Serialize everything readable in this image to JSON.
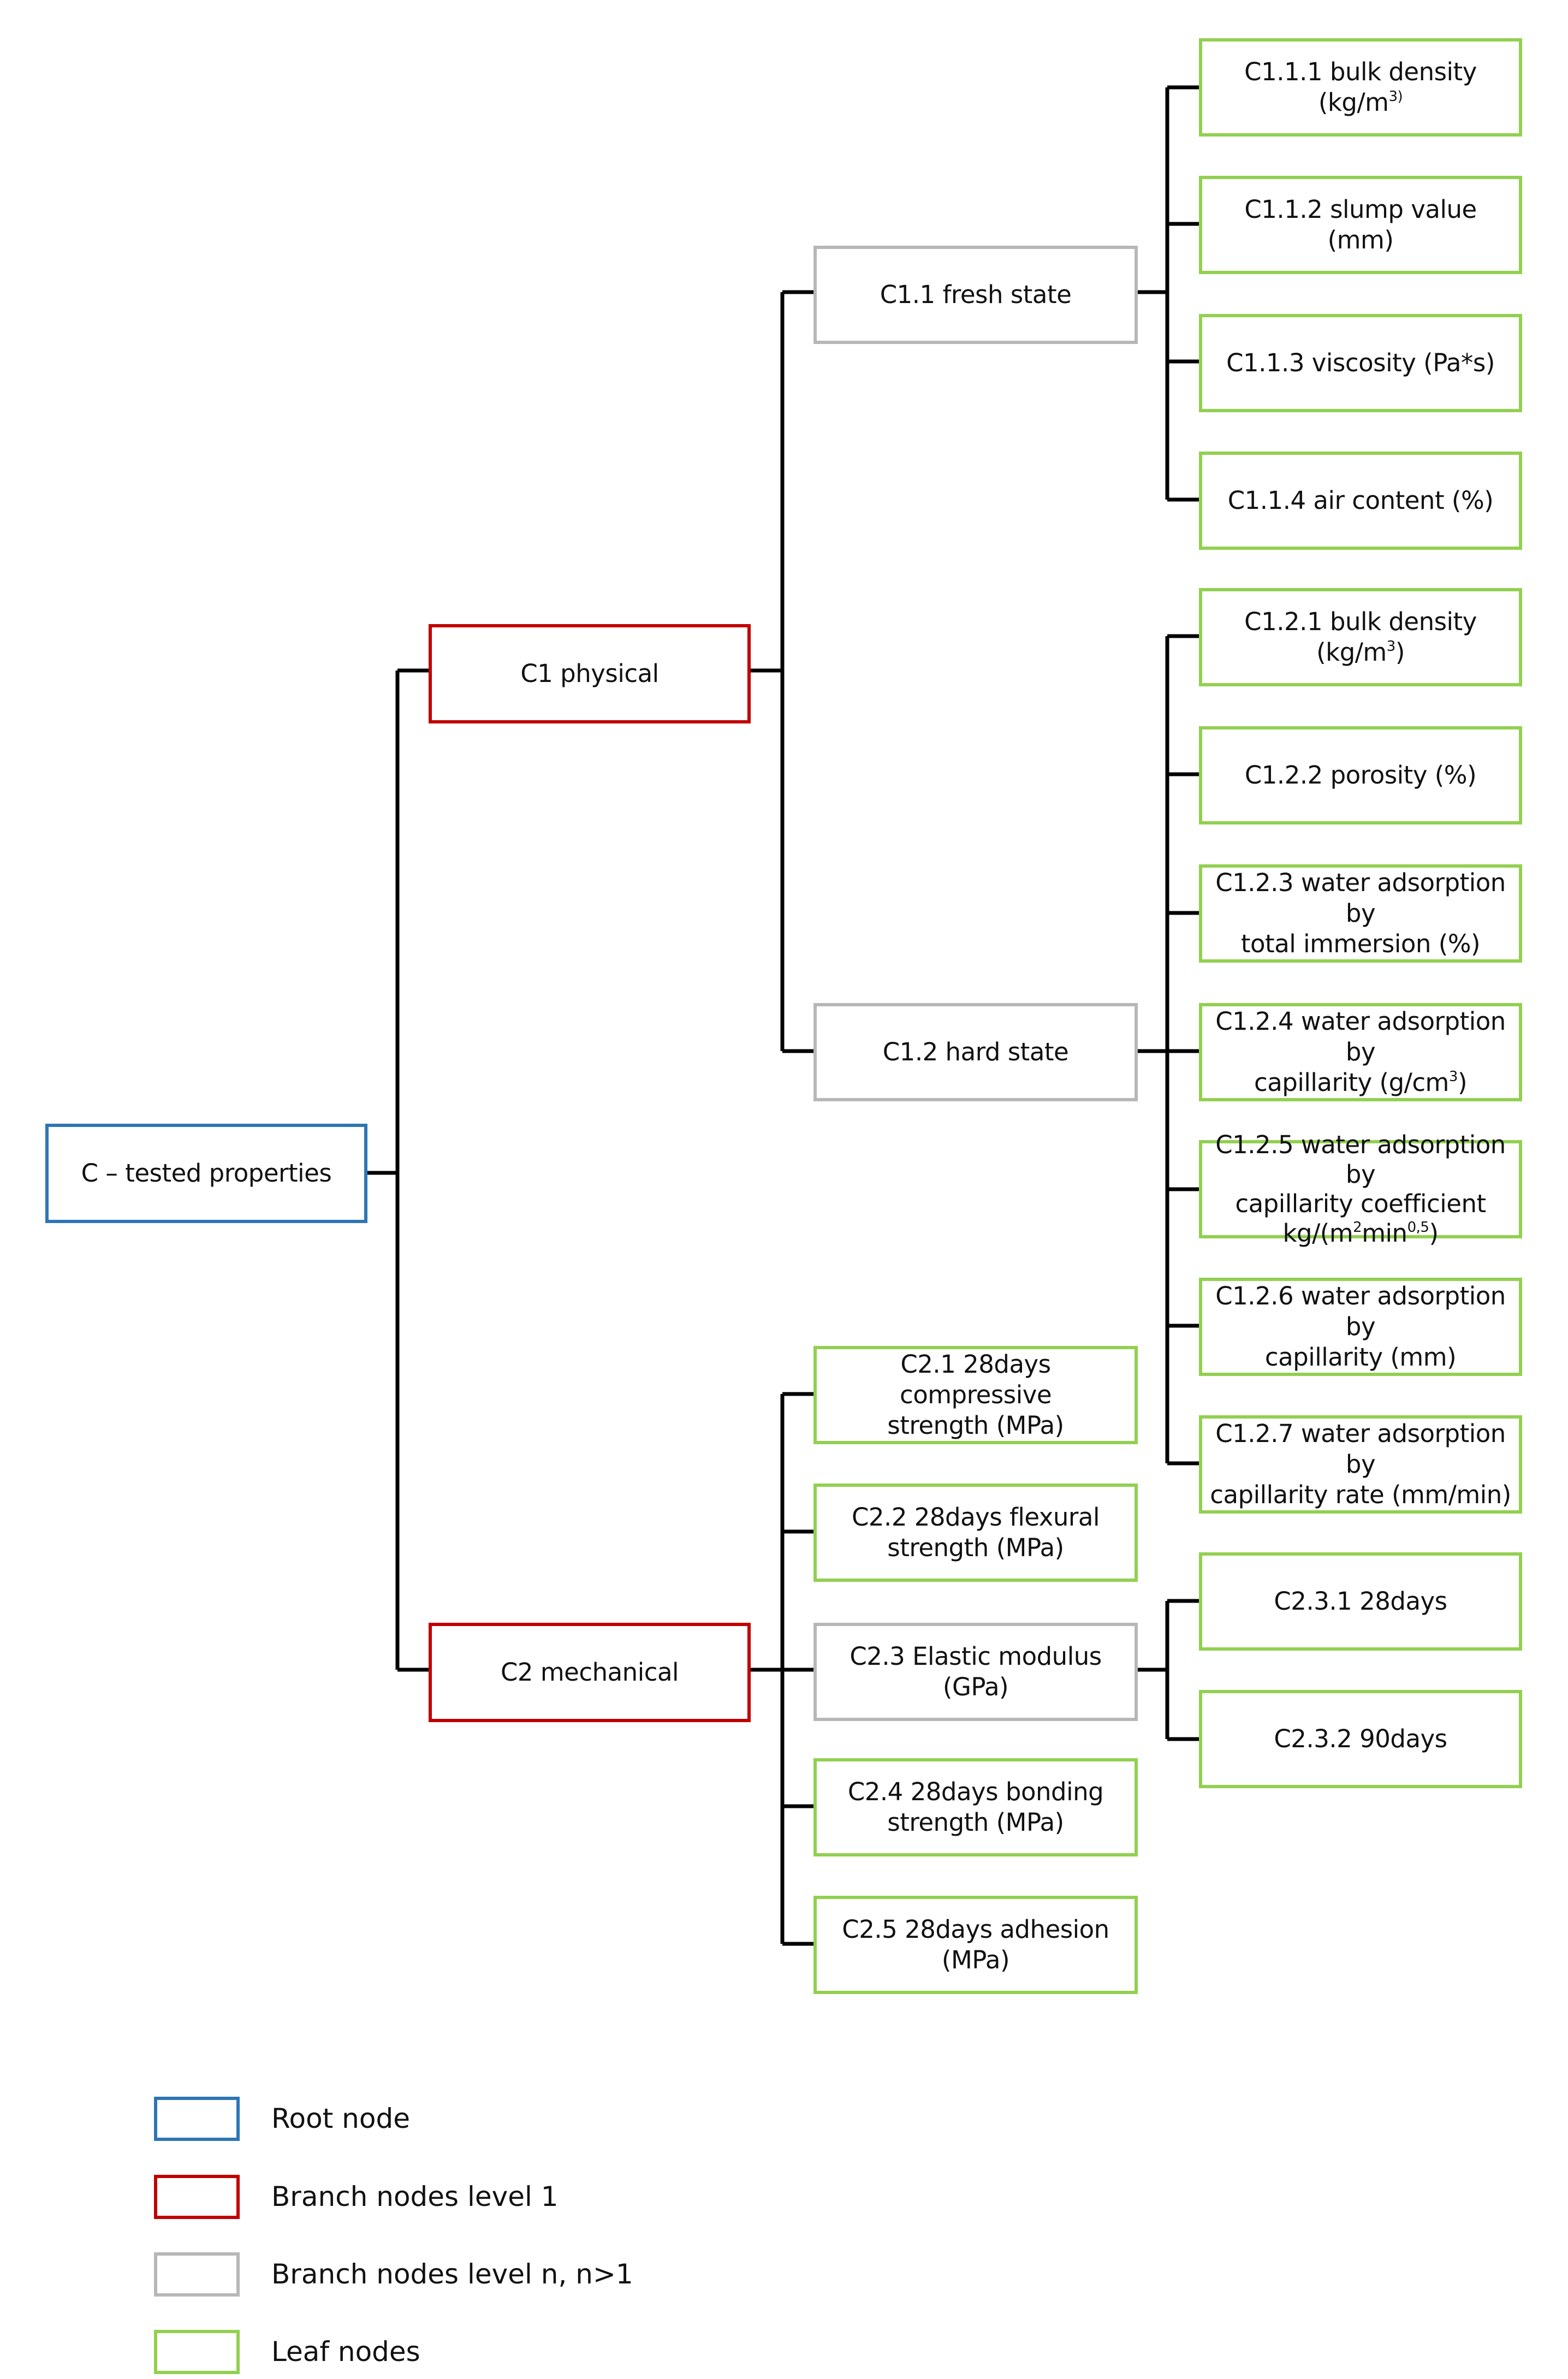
{
  "colors": {
    "root": "#2e75b6",
    "branch_level_1": "#c00000",
    "branch_level_n": "#b7b7b7",
    "leaf": "#92d050",
    "connector": "#000000"
  },
  "nodes": {
    "root": {
      "label": "C – tested properties"
    },
    "c1": {
      "label": "C1 physical"
    },
    "c2": {
      "label": "C2 mechanical"
    },
    "c11": {
      "label": "C1.1 fresh state"
    },
    "c12": {
      "label": "C1.2 hard state"
    },
    "c111": {
      "label": "C1.1.1 bulk density (kg/m",
      "sup": "3)"
    },
    "c112": {
      "label": "C1.1.2 slump value (mm)"
    },
    "c113": {
      "label": "C1.1.3 viscosity (Pa*s)"
    },
    "c114": {
      "label": "C1.1.4 air content (%)"
    },
    "c121": {
      "label": "C1.2.1 bulk density (kg/m",
      "sup": "3",
      "after": ")"
    },
    "c122": {
      "label": "C1.2.2 porosity (%)"
    },
    "c123": {
      "line1": "C1.2.3 water adsorption by",
      "line2": "total immersion (%)"
    },
    "c124": {
      "line1": "C1.2.4 water adsorption by",
      "line2": "capillarity (g/cm",
      "sup": "3",
      "after": ")"
    },
    "c125": {
      "line1": "C1.2.5 water adsorption by",
      "line2": "capillarity coefficient",
      "line3": "kg/(m",
      "sup1": "2",
      "line3b": "min",
      "sup2": "0,5",
      "after": ")"
    },
    "c126": {
      "line1": "C1.2.6 water adsorption by",
      "line2": "capillarity (mm)"
    },
    "c127": {
      "line1": "C1.2.7 water adsorption by",
      "line2": "capillarity rate (mm/min)"
    },
    "c21": {
      "line1": "C2.1 28days compressive",
      "line2": "strength (MPa)"
    },
    "c22": {
      "line1": "C2.2 28days flexural",
      "line2": "strength (MPa)"
    },
    "c23": {
      "label": "C2.3 Elastic modulus (GPa)"
    },
    "c24": {
      "line1": "C2.4 28days bonding",
      "line2": "strength (MPa)"
    },
    "c25": {
      "label": "C2.5 28days adhesion (MPa)"
    },
    "c231": {
      "label": "C2.3.1 28days"
    },
    "c232": {
      "label": "C2.3.2 90days"
    }
  },
  "legend": [
    {
      "label": "Root node",
      "kind": "root"
    },
    {
      "label": "Branch nodes level 1",
      "kind": "branch_level_1"
    },
    {
      "label": "Branch nodes level n, n>1",
      "kind": "branch_level_n"
    },
    {
      "label": "Leaf nodes",
      "kind": "leaf"
    }
  ]
}
